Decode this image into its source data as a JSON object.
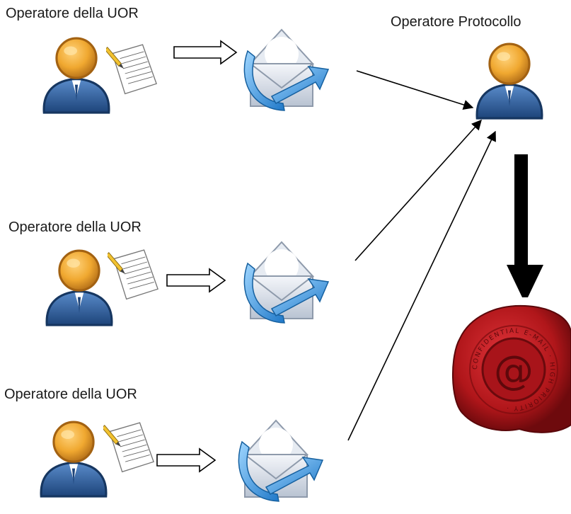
{
  "labels": {
    "uor_1": "Operatore della UOR",
    "uor_2": "Operatore della UOR",
    "uor_3": "Operatore della UOR",
    "protocol_operator": "Operatore Protocollo"
  },
  "seal": {
    "center_text": "@",
    "ring_text": "CONFIDENTIAL E-MAIL · HIGH PRIORITY ·"
  },
  "icons": {
    "person": "user-icon",
    "document": "document-pen-icon",
    "mail": "mail-send-icon",
    "seal": "wax-seal-icon"
  },
  "colors": {
    "head": "#f0a830",
    "body": "#2f5f9e",
    "seal": "#b0161a",
    "mail_arrow": "#2f96dc"
  }
}
